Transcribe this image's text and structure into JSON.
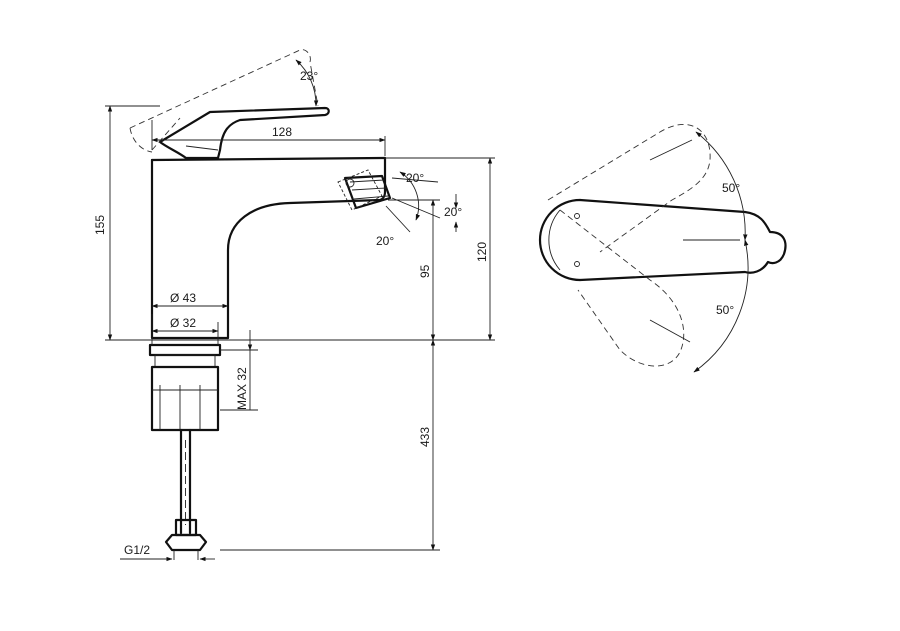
{
  "dimensions": {
    "handle_angle": "23°",
    "spout_reach": "128",
    "total_height": "155",
    "spout_height": "120",
    "base_to_outlet": "95",
    "aerator_angle_top": "20°",
    "aerator_angle_right": "20°",
    "aerator_angle_bottom": "20°",
    "body_diameter": "Ø 43",
    "base_diameter": "Ø 32",
    "max_deck": "MAX 32",
    "hose_length": "433",
    "connection": "G1/2",
    "lever_angle_top": "50°",
    "lever_angle_bottom": "50°"
  }
}
